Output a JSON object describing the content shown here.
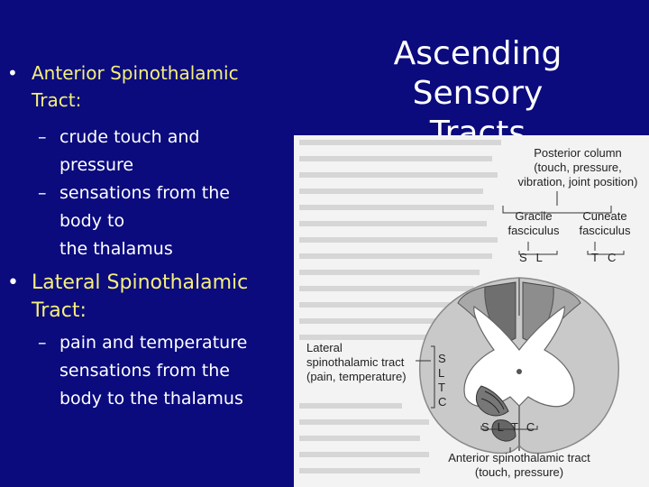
{
  "title": [
    "Ascending Sensory",
    "Tracts"
  ],
  "bullets": [
    {
      "heading": [
        "Anterior Spinothalamic",
        "Tract:"
      ],
      "subitems": [
        [
          "crude touch and",
          "pressure"
        ],
        [
          "sensations from the",
          "body to",
          "the thalamus"
        ]
      ]
    },
    {
      "heading": [
        "Lateral Spinothalamic",
        "Tract:"
      ],
      "subitems": [
        [
          "pain and temperature",
          "sensations from the",
          "body to the thalamus"
        ]
      ]
    }
  ],
  "figure": {
    "posterior_column": [
      "Posterior column",
      "(touch, pressure,",
      "vibration, joint position)"
    ],
    "gracile": [
      "Gracile",
      "fasciculus"
    ],
    "cuneate": [
      "Cuneate",
      "fasciculus"
    ],
    "posterior_letters_left": [
      "S",
      "L"
    ],
    "posterior_letters_right": [
      "T",
      "C"
    ],
    "lateral_tract": [
      "Lateral",
      "spinothalamic tract",
      "(pain, temperature)"
    ],
    "lateral_letters": [
      "S",
      "L",
      "T",
      "C"
    ],
    "anterior_letters": [
      "S",
      "L",
      "T",
      "C"
    ],
    "anterior_tract": [
      "Anterior spinothalamic tract",
      "(touch, pressure)"
    ]
  },
  "colors": {
    "background": "#0b0b7e",
    "bullet_heading": "#f5ef7a",
    "text": "#ffffff",
    "figure_bg": "#f3f3f3"
  }
}
